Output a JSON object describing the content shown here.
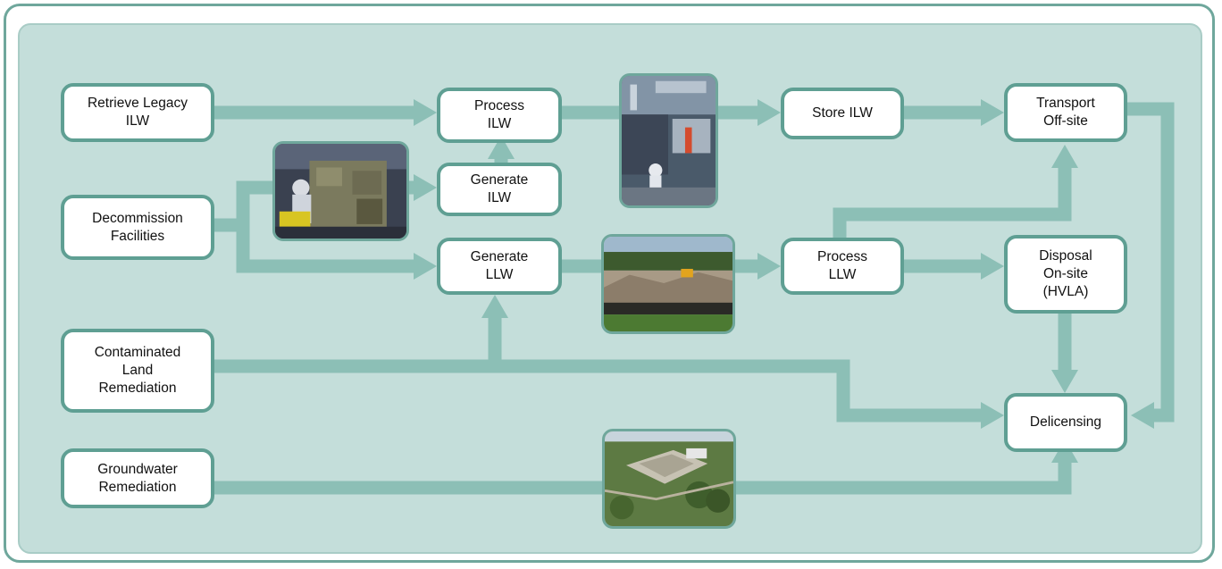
{
  "nodes": {
    "retrieve_legacy_ilw": "Retrieve Legacy\nILW",
    "decommission_facilities": "Decommission\nFacilities",
    "contaminated_land_remediation": "Contaminated\nLand\nRemediation",
    "groundwater_remediation": "Groundwater\nRemediation",
    "process_ilw": "Process\nILW",
    "generate_ilw": "Generate\nILW",
    "generate_llw": "Generate\nLLW",
    "store_ilw": "Store ILW",
    "process_llw": "Process\nLLW",
    "transport_offsite": "Transport\nOff-site",
    "disposal_onsite": "Disposal\nOn-site\n(HVLA)",
    "delicensing": "Delicensing"
  },
  "photos": {
    "decommission": "decommissioning-work-photo",
    "ilw_facility": "ilw-processing-hall-photo",
    "demolition": "demolition-rubble-photo",
    "groundwater": "aerial-remediation-site-photo"
  },
  "colors": {
    "flow": "#8cbfb6",
    "node_border": "#5f9f93",
    "panel": "#c4deda"
  }
}
